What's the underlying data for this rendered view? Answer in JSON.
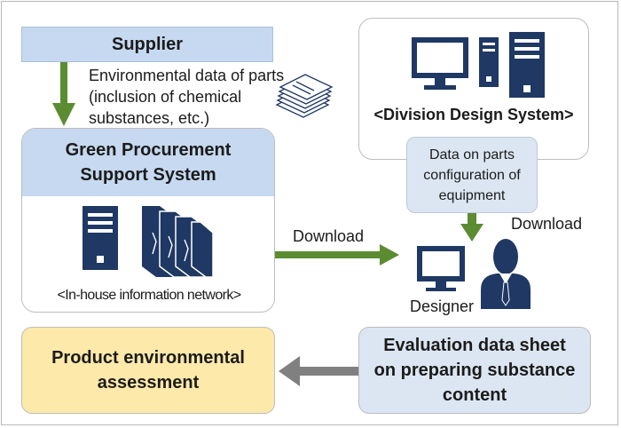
{
  "supplier": {
    "label": "Supplier"
  },
  "env_data": {
    "text": "Environmental data of parts (inclusion of chemical substances, etc.)"
  },
  "gps": {
    "title_line1": "Green Procurement",
    "title_line2": "Support System",
    "network_label": "<In-house information network>"
  },
  "division": {
    "label": "<Division Design System>"
  },
  "parts_config": {
    "line1": "Data on parts",
    "line2": "configuration of",
    "line3": "equipment"
  },
  "downloads": {
    "left": "Download",
    "right": "Download"
  },
  "designer": {
    "label": "Designer"
  },
  "eval_sheet": {
    "line1": "Evaluation data sheet",
    "line2": "on preparing substance",
    "line3": "content"
  },
  "product": {
    "line1": "Product environmental",
    "line2": "assessment"
  },
  "colors": {
    "navy": "#1f3864",
    "green_arrow": "#5b8c32",
    "gray_arrow": "#808080",
    "light_blue": "#c6d9f0",
    "pale_blue": "#dce6f2",
    "yellow": "#fde9a9"
  },
  "icons": [
    "document-stack-icon",
    "server-icon",
    "binders-icon",
    "monitor-icon",
    "tower-icon",
    "person-icon"
  ]
}
